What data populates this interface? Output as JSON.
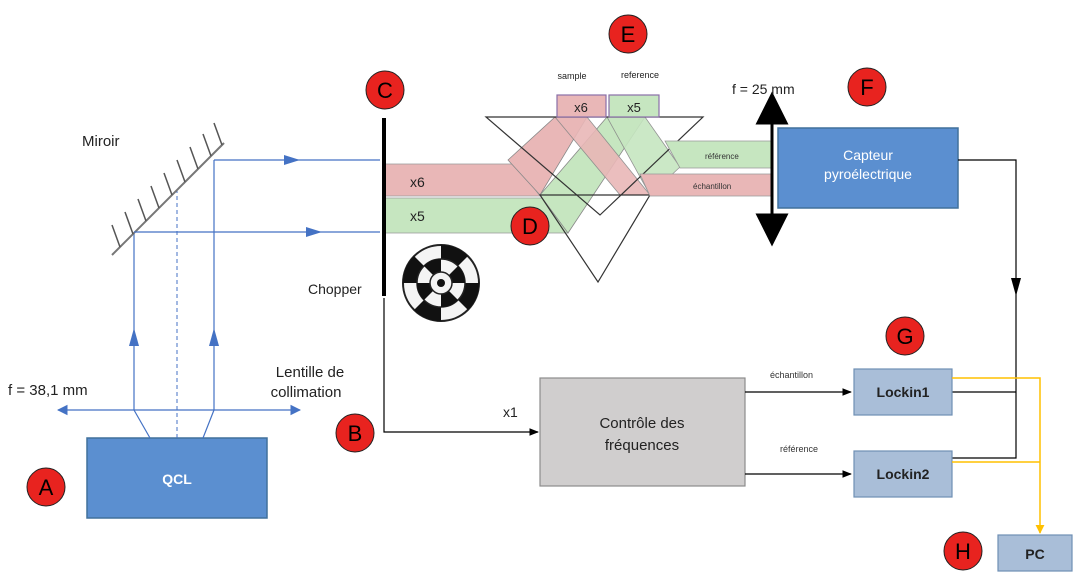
{
  "markers": {
    "A": "A",
    "B": "B",
    "C": "C",
    "D": "D",
    "E": "E",
    "F": "F",
    "G": "G",
    "H": "H"
  },
  "labels": {
    "miroir": "Miroir",
    "f_lens1": "f = 38,1 mm",
    "lentille_line1": "Lentille de",
    "lentille_line2": "collimation",
    "chopper": "Chopper",
    "f_lens2": "f = 25 mm",
    "x1": "x1",
    "beam_x6": "x6",
    "beam_x5": "x5",
    "sample": "sample",
    "reference_top": "reference",
    "box_x6": "x6",
    "box_x5": "x5",
    "reference_out": "référence",
    "echantillon_out": "échantillon",
    "echantillon_sig": "échantillon",
    "reference_sig": "référence"
  },
  "boxes": {
    "qcl": "QCL",
    "capteur_line1": "Capteur",
    "capteur_line2": "pyroélectrique",
    "controle_line1": "Contrôle des",
    "controle_line2": "fréquences",
    "lockin1": "Lockin1",
    "lockin2": "Lockin2",
    "pc": "PC"
  },
  "colors": {
    "marker_red": "#e8231f",
    "box_blue": "#5b8fd0",
    "box_blue_border": "#41719c",
    "lockin_fill": "#a9bed8",
    "controle_fill": "#d0cece",
    "pink": "#e9b7b7",
    "green": "#c6e6c0",
    "beam_blue": "#4472c4",
    "line_orange": "#ffc000"
  }
}
